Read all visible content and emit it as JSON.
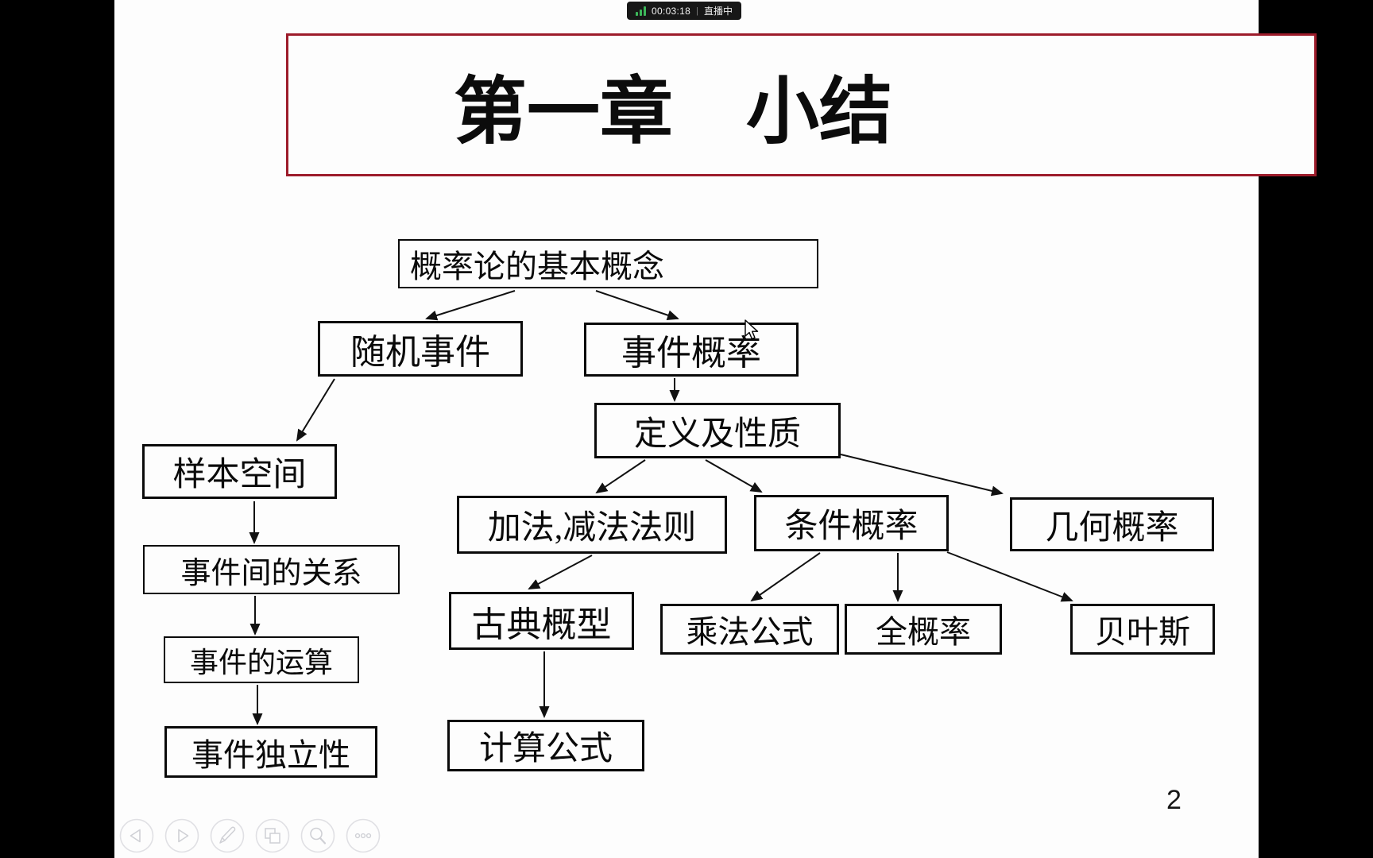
{
  "status_bar": {
    "elapsed_time": "00:03:18",
    "separator": "|",
    "live_label": "直播中",
    "signal_icon": "signal-bars-icon"
  },
  "slide": {
    "title": "第一章　小结",
    "page_number": "2",
    "nodes": {
      "root": "概率论的基本概念",
      "random_events": "随机事件",
      "event_probability": "事件概率",
      "definition_properties": "定义及性质",
      "sample_space": "样本空间",
      "event_relations": "事件间的关系",
      "event_operations": "事件的运算",
      "event_independence": "事件独立性",
      "addition_subtraction_rules": "加法,减法法则",
      "conditional_probability": "条件概率",
      "geometric_probability": "几何概率",
      "classical_model": "古典概型",
      "multiplication_formula": "乘法公式",
      "total_probability": "全概率",
      "bayes": "贝叶斯",
      "calculation_formula": "计算公式"
    },
    "edges": [
      [
        "root",
        "random_events"
      ],
      [
        "root",
        "event_probability"
      ],
      [
        "event_probability",
        "definition_properties"
      ],
      [
        "random_events",
        "sample_space"
      ],
      [
        "sample_space",
        "event_relations"
      ],
      [
        "event_relations",
        "event_operations"
      ],
      [
        "event_operations",
        "event_independence"
      ],
      [
        "definition_properties",
        "addition_subtraction_rules"
      ],
      [
        "definition_properties",
        "conditional_probability"
      ],
      [
        "definition_properties",
        "geometric_probability"
      ],
      [
        "addition_subtraction_rules",
        "classical_model"
      ],
      [
        "classical_model",
        "calculation_formula"
      ],
      [
        "conditional_probability",
        "multiplication_formula"
      ],
      [
        "conditional_probability",
        "total_probability"
      ],
      [
        "conditional_probability",
        "bayes"
      ]
    ]
  },
  "toolbar": {
    "icons": [
      "prev-icon",
      "next-icon",
      "pen-icon",
      "slides-icon",
      "zoom-icon",
      "more-icon"
    ]
  },
  "colors": {
    "title_border": "#9d1c2b",
    "live_green": "#3cb85a",
    "pill_background": "#171717",
    "box_border": "#0a0a0a"
  }
}
